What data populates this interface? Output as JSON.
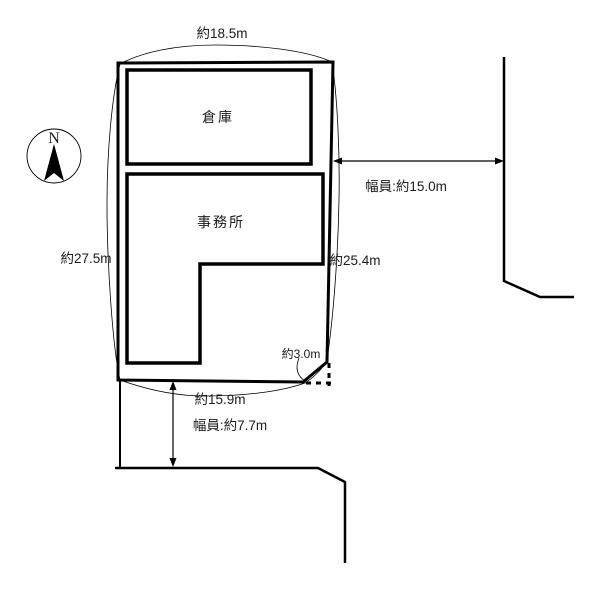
{
  "compass": {
    "label": "N"
  },
  "plot": {
    "dimensions": {
      "top": "約18.5m",
      "left": "約27.5m",
      "right": "約25.4m",
      "bottom": "約15.9m",
      "corner_cut": "約3.0m"
    },
    "buildings": {
      "warehouse": "倉庫",
      "office": "事務所"
    }
  },
  "roads": {
    "east": {
      "label": "幅員:約15.0m"
    },
    "south": {
      "label": "幅員:約7.7m"
    }
  },
  "colors": {
    "line": "#000000",
    "text": "#1b1b1b",
    "background": "#ffffff"
  }
}
